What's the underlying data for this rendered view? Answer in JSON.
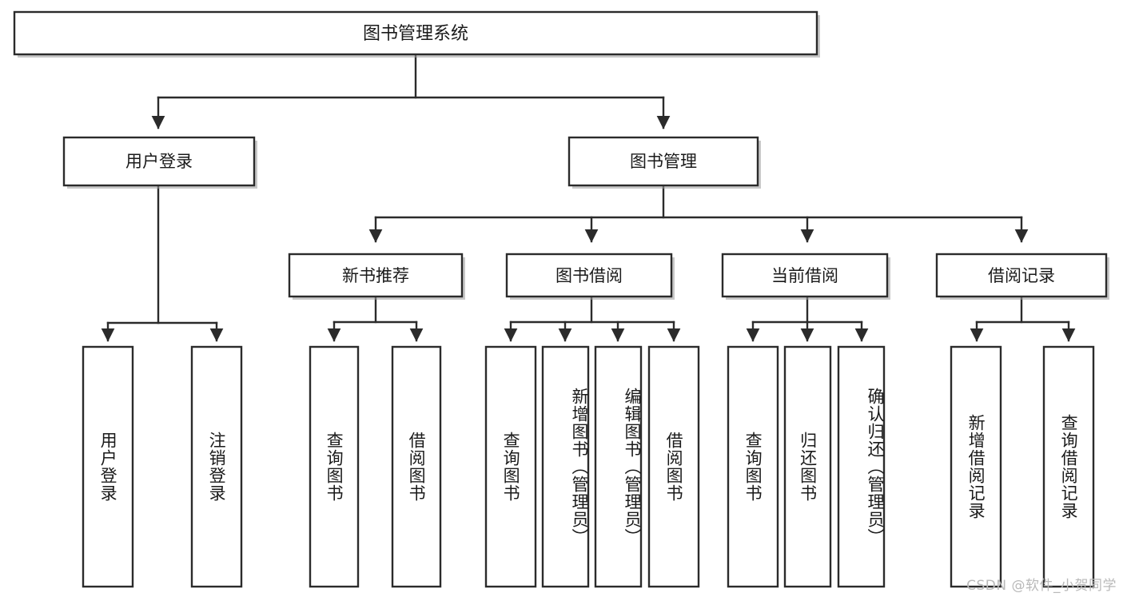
{
  "diagram": {
    "type": "tree",
    "title": "图书管理系统",
    "orientation": "top-down",
    "root": {
      "label": "图书管理系统",
      "children": [
        {
          "label": "用户登录",
          "children": [
            {
              "label": "用户登录"
            },
            {
              "label": "注销登录"
            }
          ]
        },
        {
          "label": "图书管理",
          "children": [
            {
              "label": "新书推荐",
              "children": [
                {
                  "label": "查询图书"
                },
                {
                  "label": "借阅图书"
                }
              ]
            },
            {
              "label": "图书借阅",
              "children": [
                {
                  "label": "查询图书"
                },
                {
                  "label": "新增图书（管理员）"
                },
                {
                  "label": "编辑图书（管理员）"
                },
                {
                  "label": "借阅图书"
                }
              ]
            },
            {
              "label": "当前借阅",
              "children": [
                {
                  "label": "查询图书"
                },
                {
                  "label": "归还图书"
                },
                {
                  "label": "确认归还（管理员）"
                }
              ]
            },
            {
              "label": "借阅记录",
              "children": [
                {
                  "label": "新增借阅记录"
                },
                {
                  "label": "查询借阅记录"
                }
              ]
            }
          ]
        }
      ]
    }
  },
  "nodes": {
    "root": "图书管理系统",
    "user_login": "用户登录",
    "book_manage": "图书管理",
    "new_book_rec": "新书推荐",
    "book_borrow": "图书借阅",
    "current_borrow": "当前借阅",
    "borrow_record": "借阅记录",
    "leaf_user_login": "用户登录",
    "leaf_logout": "注销登录",
    "leaf_rec_query": "查询图书",
    "leaf_rec_borrow": "借阅图书",
    "leaf_borrow_query": "查询图书",
    "leaf_borrow_add": "新增图书（管理员）",
    "leaf_borrow_edit": "编辑图书（管理员）",
    "leaf_borrow_borrow": "借阅图书",
    "leaf_cur_query": "查询图书",
    "leaf_cur_return": "归还图书",
    "leaf_cur_confirm": "确认归还（管理员）",
    "leaf_rec_add": "新增借阅记录",
    "leaf_rec_query2": "查询借阅记录"
  },
  "watermark": {
    "text": "CSDN @软件_小贺同学"
  },
  "colors": {
    "stroke": "#2b2b2b",
    "fill": "#ffffff",
    "text": "#1a1a1a",
    "shadow": "#9b9b9b",
    "watermark": "#b9b9b9"
  }
}
